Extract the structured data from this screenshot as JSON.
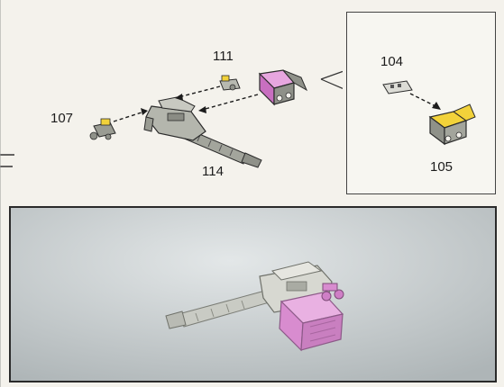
{
  "callouts": {
    "part_111": "111",
    "part_107": "107",
    "part_114": "114",
    "part_104": "104",
    "part_105": "105"
  },
  "colors": {
    "gun_grey": "#8f9189",
    "magenta": "#c86fc0",
    "yellow": "#f2d23a",
    "outline": "#2b2b2b",
    "photo_bg": "#cfd4d6"
  },
  "icons": [
    "machine-gun-icon",
    "ammo-box-icon",
    "sight-icon",
    "clip-icon",
    "arrow-icon"
  ]
}
